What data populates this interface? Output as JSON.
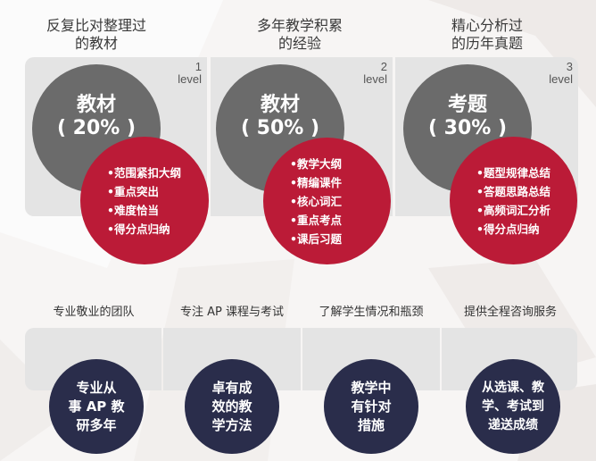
{
  "colors": {
    "panel": "#e4e4e4",
    "gray_circle": "#6b6b6b",
    "red_circle": "#bb1b37",
    "navy_circle": "#2a2d4b",
    "background": "#f7f5f4"
  },
  "levels": [
    {
      "title_line1": "反复比对整理过",
      "title_line2": "的教材",
      "level_number": "1",
      "level_label": "level",
      "circle_name": "教材",
      "circle_pct": "( 20% )",
      "bullets": [
        "•范围紧扣大纲",
        "•重点突出",
        "•难度恰当",
        "•得分点归纳"
      ]
    },
    {
      "title_line1": "多年教学积累",
      "title_line2": "的经验",
      "level_number": "2",
      "level_label": "level",
      "circle_name": "教材",
      "circle_pct": "( 50% )",
      "bullets": [
        "•教学大纲",
        "•精编课件",
        "•核心词汇",
        "•重点考点",
        "•课后习题"
      ]
    },
    {
      "title_line1": "精心分析过",
      "title_line2": "的历年真题",
      "level_number": "3",
      "level_label": "level",
      "circle_name": "考题",
      "circle_pct": "( 30% )",
      "bullets": [
        "•题型规律总结",
        "•答题思路总结",
        "•高频词汇分析",
        "•得分点归纳"
      ]
    }
  ],
  "features": [
    {
      "title": "专业敬业的团队",
      "lines": [
        "专业从",
        "事 AP 教",
        "研多年"
      ]
    },
    {
      "title": "专注 AP 课程与考试",
      "lines": [
        "卓有成",
        "效的教",
        "学方法"
      ]
    },
    {
      "title": "了解学生情况和瓶颈",
      "lines": [
        "教学中",
        "有针对",
        "措施"
      ]
    },
    {
      "title": "提供全程咨询服务",
      "lines": [
        "从选课、教",
        "学、考试到",
        "递送成绩"
      ]
    }
  ]
}
